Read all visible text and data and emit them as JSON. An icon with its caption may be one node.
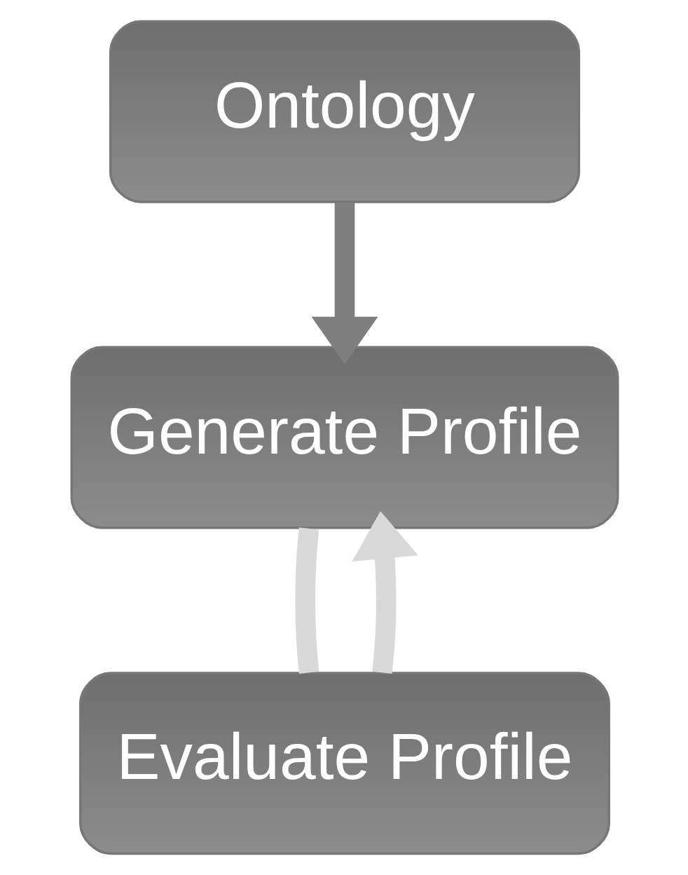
{
  "diagram": {
    "nodes": [
      {
        "text": [
          "Ontology"
        ]
      },
      {
        "text": [
          "Generate Profile"
        ]
      },
      {
        "text": [
          "Evaluate Profile"
        ]
      }
    ],
    "edges": [
      {
        "from": 0,
        "to": 1,
        "arrow": "to",
        "color": "#7f7f7f"
      },
      {
        "from": 1,
        "to": 2,
        "arrow": "none"
      },
      {
        "from": 2,
        "to": 1,
        "arrow": "to"
      }
    ]
  }
}
